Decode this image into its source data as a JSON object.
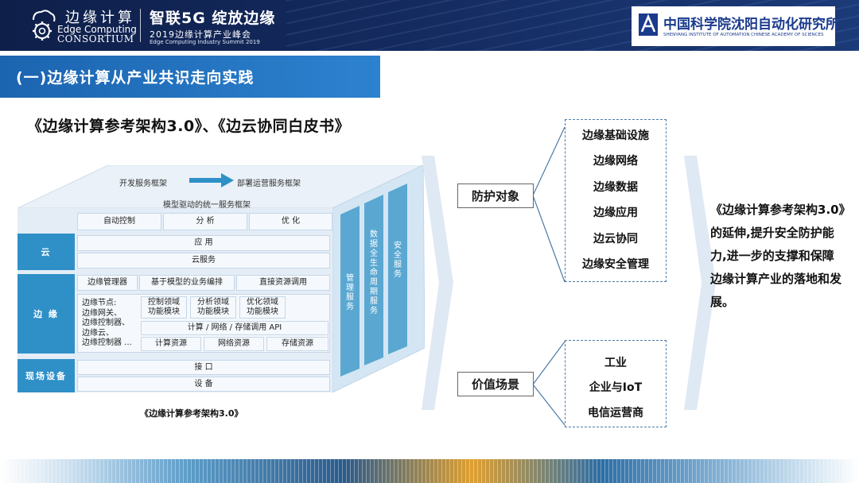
{
  "header": {
    "org_cn": "边缘计算",
    "org_en_line1": "Edge Computing",
    "org_en_line2": "CONSORTIUM",
    "slogan": "智联5G 绽放边缘",
    "summit_cn": "2019边缘计算产业峰会",
    "summit_en": "Edge Computing Industry Summit 2019",
    "partner_cn": "中国科学院沈阳自动化研究所",
    "partner_en": "SHENYANG INSTITUTE OF AUTOMATION CHINESE ACADEMY OF SCIENCES"
  },
  "section_title": "(一)边缘计算从产业共识走向实践",
  "doc_title": "《边缘计算参考架构3.0》、《边云协同白皮书》",
  "architecture": {
    "top": {
      "dev_framework": "开发服务框架",
      "deploy_framework": "部署运营服务框架",
      "unified_framework": "模型驱动的统一服务框架"
    },
    "top_cells": [
      "自动控制",
      "分 析",
      "优 化"
    ],
    "rows": {
      "cloud": "云",
      "edge": "边 缘",
      "field": "现场设备"
    },
    "cloud_cells": [
      "应 用",
      "云服务"
    ],
    "edge_top_cells": [
      "边缘管理器",
      "基于模型的业务编排",
      "直接资源调用"
    ],
    "edge_nodes": [
      "边缘节点:",
      "边缘网关、",
      "边缘控制器、",
      "边缘云、",
      "边缘控制器 ..."
    ],
    "edge_modules": [
      "控制领域\n功能模块",
      "分析领域\n功能模块",
      "优化领域\n功能模块"
    ],
    "edge_api": "计算 / 网络 / 存储调用 API",
    "edge_resources": [
      "计算资源",
      "网络资源",
      "存储资源"
    ],
    "field_cells": [
      "接 口",
      "设 备"
    ],
    "side_columns": [
      "管理服务",
      "数据全生命周期服务",
      "安全服务"
    ],
    "caption": "《边缘计算参考架构3.0》"
  },
  "protection": {
    "label": "防护对象",
    "items": [
      "边缘基础设施",
      "边缘网络",
      "边缘数据",
      "边缘应用",
      "边云协同",
      "边缘安全管理"
    ]
  },
  "value": {
    "label": "价值场景",
    "items": [
      "工业",
      "企业与IoT",
      "电信运营商"
    ]
  },
  "conclusion": "《边缘计算参考架构3.0》的延伸,提升安全防护能力,进一步的支撑和保障边缘计算产业的落地和发展。",
  "colors": {
    "header_bg": "#142a5e",
    "section_bar": "#1b64b0",
    "row_label": "#2f90c8",
    "side_column": "#5aa8d2",
    "dash_border": "#4d7aa6"
  }
}
